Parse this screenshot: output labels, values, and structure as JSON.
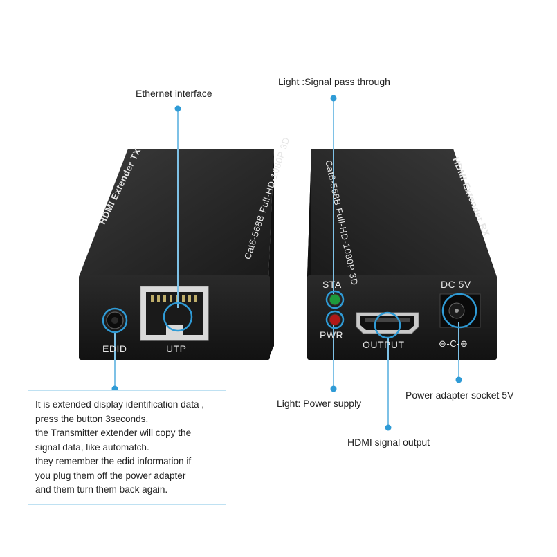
{
  "callouts": {
    "ethernet": "Ethernet interface",
    "signal_light": "Light :Signal pass through",
    "power_light": "Light: Power supply",
    "power_socket": "Power adapter socket 5V",
    "hdmi_output": "HDMI signal output"
  },
  "tx_device": {
    "brand": "HDMI",
    "name": "Extender TX",
    "spec": "Cat6-568B Full-HD-1080P 3D",
    "edid_label": "EDID",
    "utp_label": "UTP"
  },
  "rx_device": {
    "brand": "HDMI",
    "name": "Extender RX",
    "spec": "Cat6-568B Full-HD-1080P 3D",
    "sta_label": "STA",
    "pwr_label": "PWR",
    "output_label": "OUTPUT",
    "dc_label": "DC 5V",
    "polarity": "⊖-C-⊕"
  },
  "edid_note": {
    "lines": [
      "It is extended display identification data ,",
      "press the button 3seconds,",
      "the Transmitter extender will copy the",
      "signal data, like automatch.",
      "they remember the edid information if",
      "you plug them off the power adapter",
      "and them turn them back again."
    ]
  },
  "colors": {
    "accent": "#2f9bd6",
    "device_body": "#1c1c1c",
    "led_green": "#1e9a3c",
    "led_red": "#b01818"
  }
}
